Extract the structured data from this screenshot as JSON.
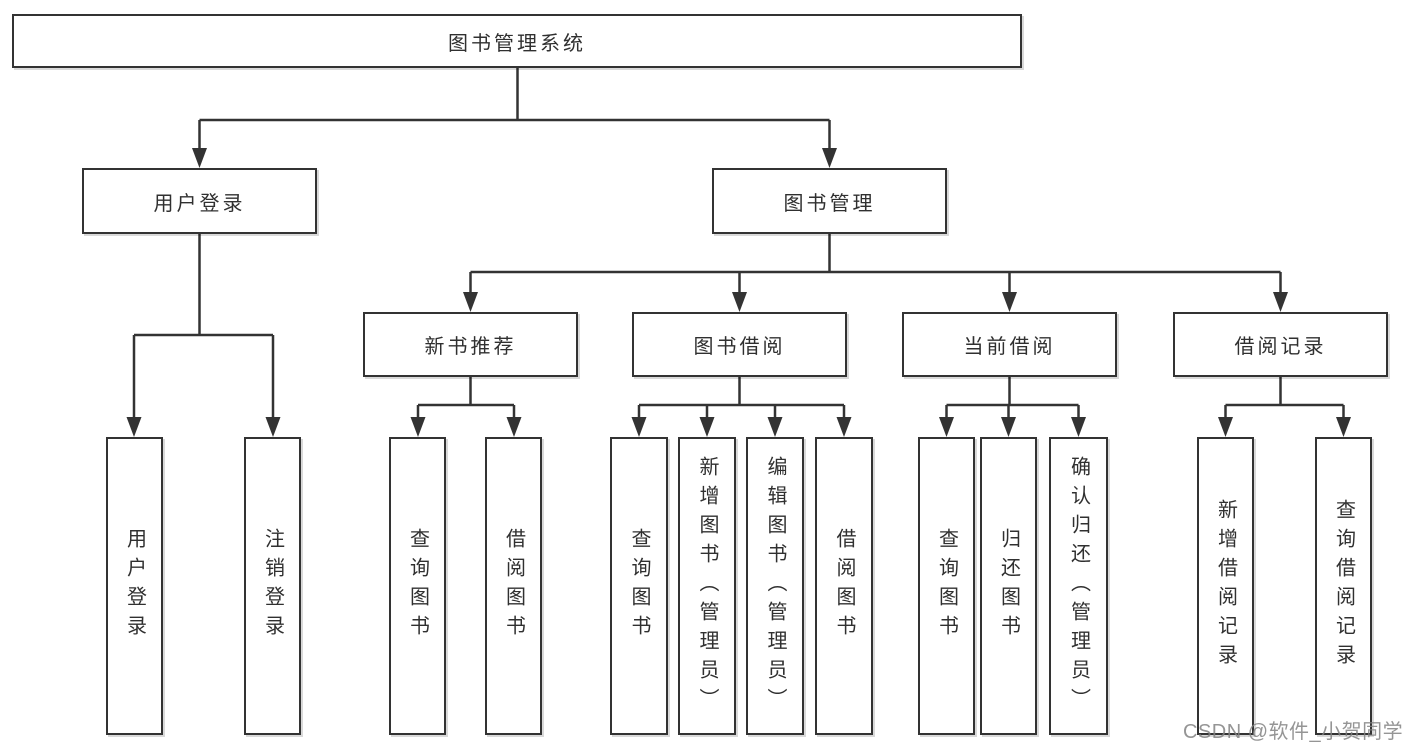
{
  "colors": {
    "line": "#333333",
    "box_border": "#333333",
    "text": "#303030",
    "background": "#ffffff",
    "watermark": "#828282"
  },
  "diagram": {
    "root": {
      "label": "图书管理系统"
    },
    "level2": [
      {
        "label": "用户登录"
      },
      {
        "label": "图书管理"
      }
    ],
    "level3": [
      {
        "label": "新书推荐"
      },
      {
        "label": "图书借阅"
      },
      {
        "label": "当前借阅"
      },
      {
        "label": "借阅记录"
      }
    ],
    "leaves": {
      "user_login": [
        {
          "label": "用户登录"
        },
        {
          "label": "注销登录"
        }
      ],
      "new_book": [
        {
          "label": "查询图书"
        },
        {
          "label": "借阅图书"
        }
      ],
      "book_borrow": [
        {
          "label": "查询图书"
        },
        {
          "label": "新增图书（管理员）"
        },
        {
          "label": "编辑图书（管理员）"
        },
        {
          "label": "借阅图书"
        }
      ],
      "current_borrow": [
        {
          "label": "查询图书"
        },
        {
          "label": "归还图书"
        },
        {
          "label": "确认归还（管理员）"
        }
      ],
      "borrow_records": [
        {
          "label": "新增借阅记录"
        },
        {
          "label": "查询借阅记录"
        }
      ]
    }
  },
  "watermark": {
    "text": "CSDN @软件_小贺同学"
  }
}
